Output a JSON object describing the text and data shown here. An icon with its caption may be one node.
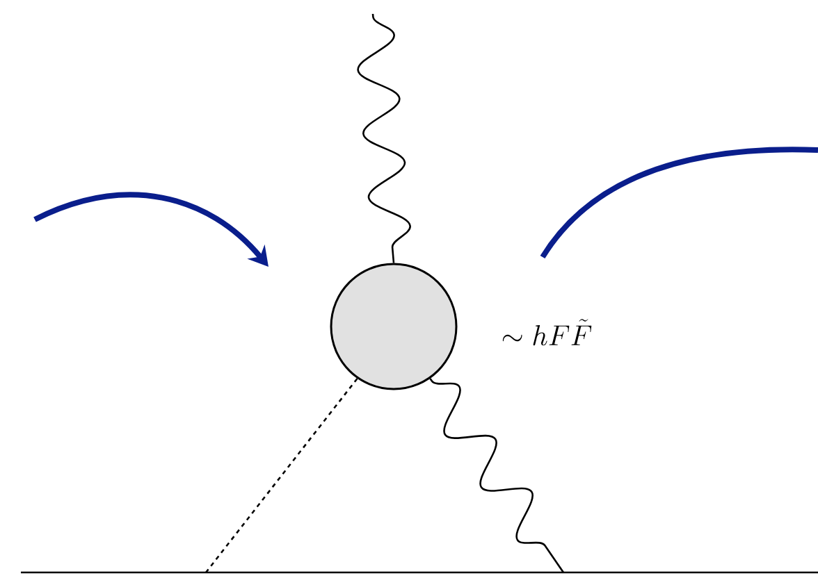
{
  "diagram": {
    "nodes": [
      {
        "text": [],
        "shape": "circle",
        "beside": [
          "\\sim hF\\tilde{F}"
        ]
      },
      {
        "text": [],
        "shape": "bar"
      }
    ],
    "edges": [
      {
        "from": null,
        "to": 0,
        "arrow": "none"
      },
      {
        "from": 0,
        "to": 1,
        "arrow": "none"
      },
      {
        "from": 0,
        "to": 1,
        "arrow": "none",
        "style": "dashed"
      }
    ]
  }
}
